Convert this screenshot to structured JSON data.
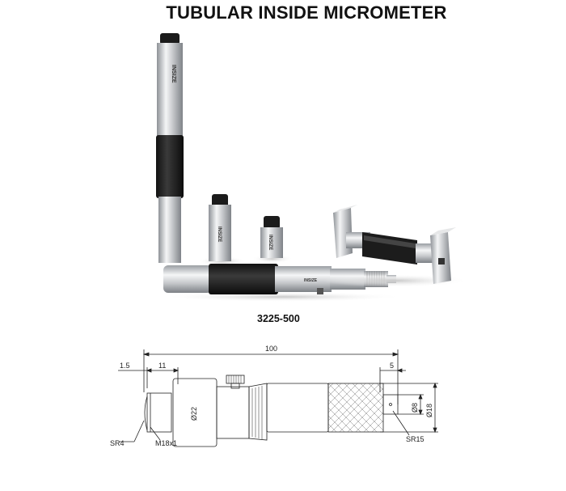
{
  "title": "TUBULAR INSIDE MICROMETER",
  "model_number": "3225-500",
  "brand_mark": "INSIZE",
  "drawing": {
    "overall_length": "100",
    "left_offset": "1.5",
    "head_length": "11",
    "right_length": "5",
    "body_diameter": "Ø22",
    "tip_diameter": "Ø8",
    "thimble_diameter": "Ø18",
    "left_radius": "SR4",
    "thread": "M18x1",
    "right_radius": "SR15"
  }
}
